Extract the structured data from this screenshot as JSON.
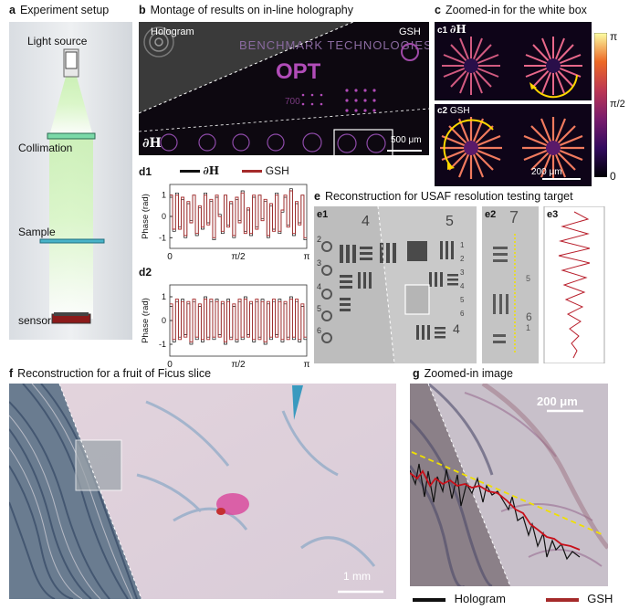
{
  "panels": {
    "a": {
      "letter": "a",
      "title": "Experiment setup",
      "labels": {
        "light": "Light source",
        "collimation": "Collimation",
        "sample": "Sample",
        "sensor": "sensor"
      }
    },
    "b": {
      "letter": "b",
      "title": "Montage of results on in-line holography",
      "hologram": "Hologram",
      "gsh": "GSH",
      "dh": "∂H",
      "scale": "500 μm",
      "chip_text_top": "BENCHMARK TECHNOLOGIES",
      "chip_text_big": "OPT",
      "chip_text_sub": "700"
    },
    "c": {
      "letter": "c",
      "title": "Zoomed-in for the white box",
      "c1": "c1",
      "c1_label": "∂H",
      "c2": "c2",
      "c2_label": "GSH",
      "scale": "200 μm",
      "colorbar_ticks": [
        "π",
        "π/2",
        "0"
      ]
    },
    "d": {
      "d1": "d1",
      "d2": "d2",
      "ylabel": "Phase (rad)",
      "legend": {
        "dh": "∂H",
        "gsh": "GSH"
      }
    },
    "e": {
      "letter": "e",
      "title": "Reconstruction for USAF resolution testing target",
      "e1": "e1",
      "e2": "e2",
      "e3": "e3",
      "usaf_numbers": [
        "4",
        "5",
        "2",
        "3",
        "4",
        "5",
        "6",
        "1",
        "2",
        "3",
        "4",
        "5",
        "6",
        "4"
      ],
      "e2_numbers": [
        "7",
        "5",
        "6",
        "1"
      ]
    },
    "f": {
      "letter": "f",
      "title": "Reconstruction for a fruit of Ficus slice",
      "scale": "1 mm"
    },
    "g": {
      "letter": "g",
      "title": "Zoomed-in image",
      "scale": "200 μm",
      "legend": {
        "hologram": "Hologram",
        "gsh": "GSH"
      }
    }
  },
  "chart_data": [
    {
      "type": "line",
      "panel": "d1",
      "ylabel": "Phase (rad)",
      "ylim": [
        -1.5,
        1.5
      ],
      "yticks": [
        -1,
        0,
        1
      ],
      "xticks": [
        "0",
        "π/2",
        "π"
      ],
      "series": [
        {
          "name": "∂H",
          "color": "#111111",
          "values": [
            0.9,
            -0.7,
            1.1,
            -0.5,
            0.8,
            -1.0,
            0.6,
            -0.2,
            1.0,
            -0.9,
            0.4,
            -0.6,
            1.1,
            -0.3,
            0.7,
            -1.1,
            0.9,
            0.1,
            -0.8,
            1.0,
            -0.4,
            0.6,
            -1.0,
            0.8,
            -0.2,
            1.2,
            -0.7,
            0.3,
            -0.9,
            0.9,
            -0.5,
            1.0,
            -0.1,
            0.7,
            -1.0,
            0.5,
            -0.6,
            1.1,
            -0.8,
            0.2,
            0.9,
            -0.4,
            1.3,
            -0.9,
            0.6,
            -0.3,
            1.0,
            -1.1
          ]
        },
        {
          "name": "GSH",
          "color": "#a52a2a",
          "values": [
            1.0,
            -0.6,
            1.0,
            -0.6,
            0.9,
            -0.9,
            0.7,
            -0.3,
            1.0,
            -0.8,
            0.5,
            -0.5,
            1.0,
            -0.4,
            0.8,
            -1.0,
            1.0,
            0.0,
            -0.7,
            1.0,
            -0.5,
            0.7,
            -0.9,
            0.9,
            -0.3,
            1.1,
            -0.8,
            0.4,
            -0.8,
            1.0,
            -0.6,
            1.0,
            -0.2,
            0.8,
            -0.9,
            0.6,
            -0.7,
            1.0,
            -0.7,
            0.3,
            1.0,
            -0.5,
            1.2,
            -0.8,
            0.7,
            -0.4,
            1.0,
            -1.0
          ]
        }
      ]
    },
    {
      "type": "line",
      "panel": "d2",
      "ylabel": "Phase (rad)",
      "ylim": [
        -1.5,
        1.5
      ],
      "yticks": [
        -1,
        0,
        1
      ],
      "xticks": [
        "0",
        "π/2",
        "π"
      ],
      "series": [
        {
          "name": "∂H",
          "color": "#111111",
          "values": [
            0.6,
            -0.9,
            0.8,
            -0.7,
            0.9,
            -0.6,
            0.7,
            -1.0,
            0.8,
            -0.8,
            0.6,
            -0.9,
            1.0,
            -0.7,
            0.8,
            -0.8,
            0.9,
            -0.6,
            0.7,
            -1.0,
            0.9,
            -0.7,
            0.6,
            -0.9,
            0.8,
            -0.8,
            1.0,
            -0.6,
            0.7,
            -0.9,
            0.8,
            -0.7,
            0.9,
            -1.0,
            0.7,
            -0.8,
            0.8,
            -0.6,
            0.9,
            -0.9,
            0.7,
            -0.7,
            1.0,
            -0.8,
            0.8,
            -0.9,
            0.6,
            -0.8
          ]
        },
        {
          "name": "GSH",
          "color": "#a52a2a",
          "values": [
            0.7,
            -0.8,
            0.9,
            -0.8,
            0.8,
            -0.7,
            0.8,
            -0.9,
            0.9,
            -0.7,
            0.7,
            -0.8,
            0.9,
            -0.8,
            0.9,
            -0.7,
            0.8,
            -0.7,
            0.8,
            -0.9,
            0.8,
            -0.8,
            0.7,
            -0.8,
            0.9,
            -0.7,
            0.9,
            -0.7,
            0.8,
            -0.8,
            0.9,
            -0.8,
            0.8,
            -0.9,
            0.8,
            -0.7,
            0.9,
            -0.7,
            0.8,
            -0.8,
            0.8,
            -0.8,
            0.9,
            -0.7,
            0.9,
            -0.8,
            0.7,
            -0.7
          ]
        }
      ]
    }
  ]
}
